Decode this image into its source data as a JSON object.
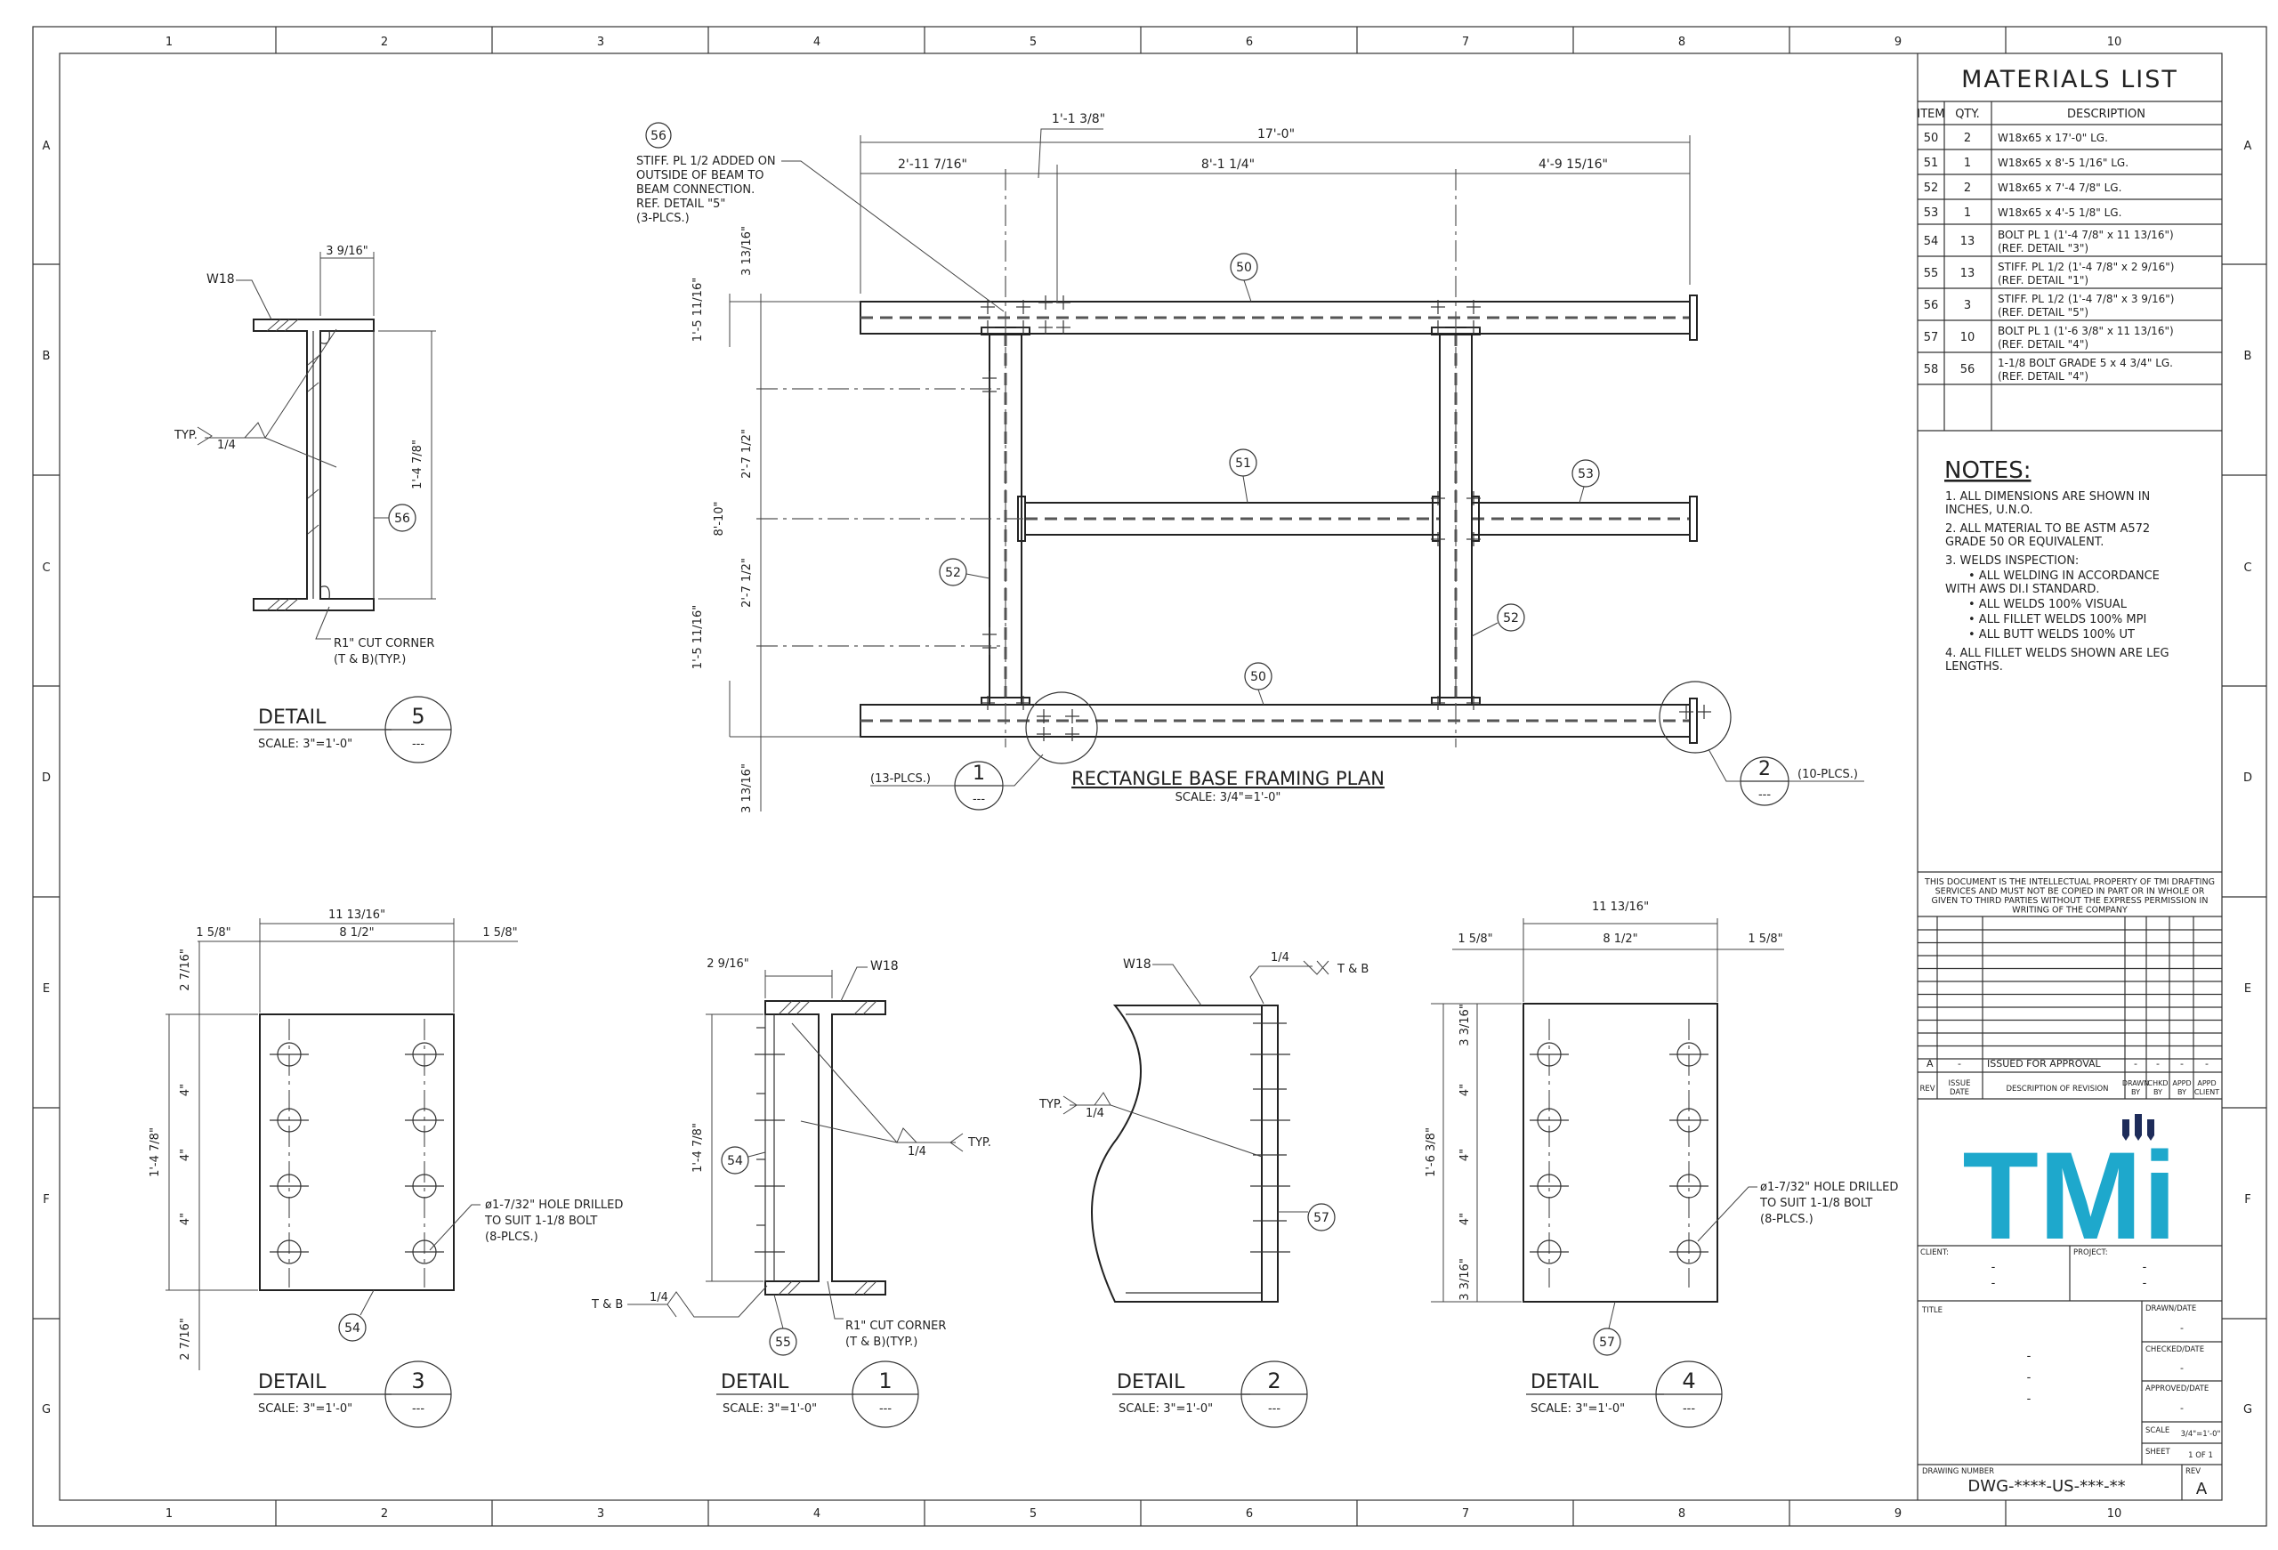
{
  "border": {
    "columns": [
      "1",
      "2",
      "3",
      "4",
      "5",
      "6",
      "7",
      "8",
      "9",
      "10"
    ],
    "rows": [
      "A",
      "B",
      "C",
      "D",
      "E",
      "F",
      "G"
    ]
  },
  "materials": {
    "title": "MATERIALS LIST",
    "headers": [
      "ITEM",
      "QTY.",
      "DESCRIPTION"
    ],
    "rows": [
      {
        "item": "50",
        "qty": "2",
        "desc": [
          "W18x65 x 17'-0\" LG."
        ]
      },
      {
        "item": "51",
        "qty": "1",
        "desc": [
          "W18x65 x 8'-5 1/16\" LG."
        ]
      },
      {
        "item": "52",
        "qty": "2",
        "desc": [
          "W18x65 x 7'-4 7/8\" LG."
        ]
      },
      {
        "item": "53",
        "qty": "1",
        "desc": [
          "W18x65 x 4'-5 1/8\" LG."
        ]
      },
      {
        "item": "54",
        "qty": "13",
        "desc": [
          "BOLT PL 1 (1'-4 7/8\" x 11 13/16\")",
          "(REF. DETAIL \"3\")"
        ]
      },
      {
        "item": "55",
        "qty": "13",
        "desc": [
          "STIFF. PL 1/2 (1'-4 7/8\" x 2 9/16\")",
          "(REF. DETAIL \"1\")"
        ]
      },
      {
        "item": "56",
        "qty": "3",
        "desc": [
          "STIFF. PL 1/2 (1'-4 7/8\" x 3 9/16\")",
          "(REF. DETAIL \"5\")"
        ]
      },
      {
        "item": "57",
        "qty": "10",
        "desc": [
          "BOLT PL 1 (1'-6 3/8\" x 11 13/16\")",
          "(REF. DETAIL \"4\")"
        ]
      },
      {
        "item": "58",
        "qty": "56",
        "desc": [
          "1-1/8 BOLT GRADE 5 x 4 3/4\" LG.",
          "(REF. DETAIL \"4\")"
        ]
      }
    ]
  },
  "notes": {
    "title": "NOTES:",
    "lines": [
      "1. ALL DIMENSIONS ARE SHOWN IN",
      "    INCHES, U.N.O.",
      "2. ALL MATERIAL TO BE ASTM A572",
      "    GRADE 50 OR EQUIVALENT.",
      "3. WELDS INSPECTION:",
      "•  ALL WELDING IN ACCORDANCE",
      "    WITH AWS DI.I STANDARD.",
      "•  ALL WELDS 100% VISUAL",
      "•  ALL FILLET WELDS 100% MPI",
      "•  ALL BUTT WELDS 100% UT",
      "4. ALL FILLET WELDS SHOWN ARE LEG",
      "    LENGTHS."
    ]
  },
  "disclaimer": [
    "THIS DOCUMENT IS THE INTELLECTUAL PROPERTY OF TMI DRAFTING",
    "SERVICES AND MUST NOT BE COPIED IN PART OR IN WHOLE OR",
    "GIVEN TO THIRD PARTIES WITHOUT THE EXPRESS PERMISSION IN",
    "WRITING OF THE COMPANY"
  ],
  "revision": {
    "rev": "A",
    "issue_date": "-",
    "description": "ISSUED FOR APPROVAL",
    "drawn": "-",
    "chkd": "-",
    "appd": "-",
    "appd_client": "-",
    "headers": [
      "REV",
      "ISSUE",
      "DATE",
      "DESCRIPTION OF REVISION",
      "DRAWN",
      "BY",
      "CHKD",
      "BY",
      "APPD",
      "BY",
      "APPD",
      "CLIENT"
    ]
  },
  "logo": {
    "text": "TMi",
    "color": "#1ea8cc",
    "accent": "#1e2c5a"
  },
  "title_block": {
    "client_label": "CLIENT:",
    "client_lines": [
      "-",
      "-"
    ],
    "project_label": "PROJECT:",
    "project_lines": [
      "-",
      "-"
    ],
    "title_label": "TITLE",
    "title_lines": [
      "-",
      "-",
      "-"
    ],
    "drawn_label": "DRAWN/DATE",
    "drawn": "-",
    "checked_label": "CHECKED/DATE",
    "checked": "-",
    "approved_label": "APPROVED/DATE",
    "approved": "-",
    "scale_label": "SCALE",
    "scale": "3/4\"=1'-0\"",
    "sheet_label": "SHEET",
    "sheet": "1 OF 1",
    "drawing_number_label": "DRAWING NUMBER",
    "drawing_number": "DWG-****-US-***-**",
    "rev_label": "REV",
    "rev": "A"
  },
  "plan": {
    "title": "RECTANGLE BASE FRAMING PLAN",
    "scale": "SCALE: 3/4\"=1'-0\"",
    "dims": {
      "overall": "17'-0\"",
      "top_small": "1'-1 3/8\"",
      "seg1": "2'-11 7/16\"",
      "seg2": "8'-1 1/4\"",
      "seg3": "4'-9 15/16\"",
      "v_top": "3 13/16\"",
      "v_1": "1'-5 11/16\"",
      "v_2": "2'-7 1/2\"",
      "v_total": "8'-10\"",
      "v_3": "2'-7 1/2\"",
      "v_4": "1'-5 11/16\"",
      "v_bot": "3 13/16\""
    },
    "note56": [
      "STIFF. PL 1/2 ADDED ON",
      "OUTSIDE OF BEAM TO",
      "BEAM CONNECTION.",
      "REF. DETAIL \"5\"",
      "(3-PLCS.)"
    ],
    "callout1_qty": "(13-PLCS.)",
    "callout2_qty": "(10-PLCS.)",
    "marks": {
      "m50": "50",
      "m51": "51",
      "m52": "52",
      "m53": "53",
      "m56": "56"
    }
  },
  "detail5": {
    "label": "DETAIL",
    "num": "5",
    "scale": "SCALE: 3\"=1'-0\"",
    "sheet": "---",
    "w18": "W18",
    "dim_top": "3 9/16\"",
    "dim_h": "1'-4 7/8\"",
    "typ": "TYP.",
    "weld": "1/4",
    "corner": [
      "R1\" CUT CORNER",
      "(T & B)(TYP.)"
    ],
    "mark": "56"
  },
  "detail3": {
    "label": "DETAIL",
    "num": "3",
    "scale": "SCALE: 3\"=1'-0\"",
    "sheet": "---",
    "w_total": "11 13/16\"",
    "w_mid": "8 1/2\"",
    "w_edge_l": "1 5/8\"",
    "w_edge_r": "1 5/8\"",
    "e_top": "2 7/16\"",
    "e_bot": "2 7/16\"",
    "pitch": "4\"",
    "h_total": "1'-4 7/8\"",
    "hole": [
      "ø1-7/32\" HOLE DRILLED",
      "TO SUIT 1-1/8 BOLT",
      "(8-PLCS.)"
    ],
    "mark": "54"
  },
  "detail1": {
    "label": "DETAIL",
    "num": "1",
    "scale": "SCALE: 3\"=1'-0\"",
    "sheet": "---",
    "w18": "W18",
    "dim_top": "2 9/16\"",
    "dim_h": "1'-4 7/8\"",
    "typ": "TYP.",
    "weld": "1/4",
    "tb": "T & B",
    "corner": [
      "R1\" CUT CORNER",
      "(T & B)(TYP.)"
    ],
    "mark54": "54",
    "mark55": "55"
  },
  "detail2": {
    "label": "DETAIL",
    "num": "2",
    "scale": "SCALE: 3\"=1'-0\"",
    "sheet": "---",
    "w18": "W18",
    "typ": "TYP.",
    "weld": "1/4",
    "tb": "T & B",
    "mark": "57"
  },
  "detail4": {
    "label": "DETAIL",
    "num": "4",
    "scale": "SCALE: 3\"=1'-0\"",
    "sheet": "---",
    "w_total": "11 13/16\"",
    "w_mid": "8 1/2\"",
    "w_edge_l": "1 5/8\"",
    "w_edge_r": "1 5/8\"",
    "e_top": "3 3/16\"",
    "e_bot": "3 3/16\"",
    "pitch": "4\"",
    "h_total": "1'-6 3/8\"",
    "hole": [
      "ø1-7/32\" HOLE DRILLED",
      "TO SUIT 1-1/8 BOLT",
      "(8-PLCS.)"
    ],
    "mark": "57"
  }
}
